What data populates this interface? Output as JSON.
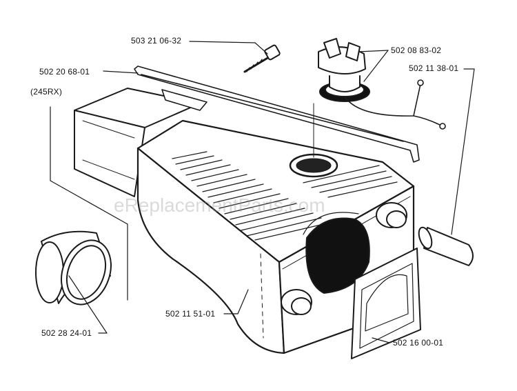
{
  "diagram": {
    "watermark": "eReplacementParts.com",
    "note": "(245RX)",
    "parts": [
      {
        "id": "screw",
        "number": "503 21 06-32"
      },
      {
        "id": "fuel-cap",
        "number": "502 08 83-02"
      },
      {
        "id": "fuel-line",
        "number": "502 11 38-01"
      },
      {
        "id": "strap",
        "number": "502 20 68-01"
      },
      {
        "id": "tube-ring",
        "number": "502 28 24-01"
      },
      {
        "id": "fuel-tank",
        "number": "502 11 51-01"
      },
      {
        "id": "gasket",
        "number": "502 16 00-01"
      }
    ]
  },
  "colors": {
    "line": "#1a1a1a",
    "fill": "#ffffff",
    "watermark": "#9a9a9a"
  }
}
